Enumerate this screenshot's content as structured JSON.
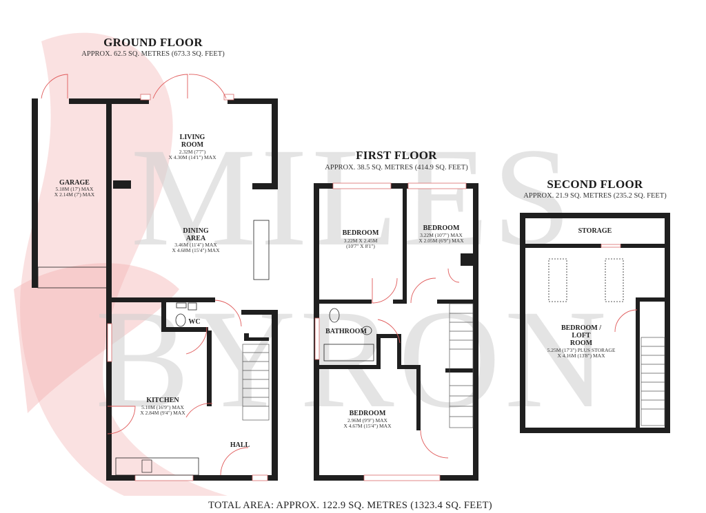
{
  "watermark": {
    "line1": "MILES",
    "line2": "BYRON",
    "colors": {
      "text": "#d7d7d7",
      "swoosh": "#f3b8b8"
    }
  },
  "ground_floor": {
    "title": "GROUND FLOOR",
    "area": "APPROX. 62.5 SQ. METRES (673.3 SQ. FEET)",
    "living_room": {
      "name1": "LIVING",
      "name2": "ROOM",
      "dim1": "2.32M (7'7\")",
      "dim2": "X 4.30M (14'1\") MAX"
    },
    "garage": {
      "name": "GARAGE",
      "dim1": "5.18M (17') MAX",
      "dim2": "X 2.14M (7') MAX"
    },
    "dining": {
      "name1": "DINING",
      "name2": "AREA",
      "dim1": "3.46M (11'4\") MAX",
      "dim2": "X 4.68M (15'4\") MAX"
    },
    "wc": {
      "name": "WC"
    },
    "kitchen": {
      "name": "KITCHEN",
      "dim1": "5.10M (16'9\") MAX",
      "dim2": "X 2.84M (9'4\") MAX"
    },
    "hall": {
      "name": "HALL"
    }
  },
  "first_floor": {
    "title": "FIRST FLOOR",
    "area": "APPROX. 38.5 SQ. METRES (414.9 SQ. FEET)",
    "bedroom1": {
      "name": "BEDROOM",
      "dim1": "3.22M X 2.45M",
      "dim2": "(10'7\" X 8'1\")"
    },
    "bedroom2": {
      "name": "BEDROOM",
      "dim1": "3.22M (10'7\") MAX",
      "dim2": "X 2.05M (6'9\") MAX"
    },
    "bathroom": {
      "name": "BATHROOM"
    },
    "bedroom3": {
      "name": "BEDROOM",
      "dim1": "2.96M (9'9\") MAX",
      "dim2": "X 4.67M (15'4\") MAX"
    }
  },
  "second_floor": {
    "title": "SECOND FLOOR",
    "area": "APPROX. 21.9 SQ. METRES (235.2 SQ. FEET)",
    "storage": {
      "name": "STORAGE"
    },
    "loft": {
      "name1": "BEDROOM /",
      "name2": "LOFT",
      "name3": "ROOM",
      "dim1": "5.25M (17'3\") PLUS STORAGE",
      "dim2": "X 4.16M (13'8\") MAX"
    }
  },
  "total_area": "TOTAL AREA: APPROX. 122.9 SQ. METRES (1323.4 SQ. FEET)"
}
